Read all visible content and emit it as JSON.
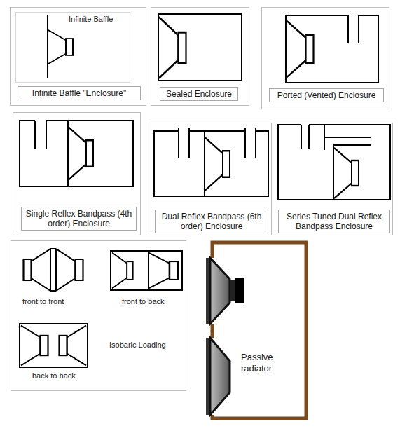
{
  "diagram": {
    "nodes": [
      {
        "text": [
          "Infinite Baffle \"Enclosure\""
        ]
      },
      {
        "text": [
          "Sealed Enclosure"
        ]
      },
      {
        "text": [
          "Ported (Vented) Enclosure"
        ]
      },
      {
        "text": [
          "Single Reflex Bandpass (4th order) Enclosure"
        ]
      },
      {
        "text": [
          "Dual Reflex Bandpass (6th order) Enclosure"
        ]
      },
      {
        "text": [
          "Series Tuned Dual Reflex Bandpass Enclosure"
        ]
      }
    ],
    "labels": [
      "Infinite Baffle",
      "front to front",
      "front to back",
      "back to back",
      "Isobaric Loading",
      "Passive radiator"
    ]
  }
}
